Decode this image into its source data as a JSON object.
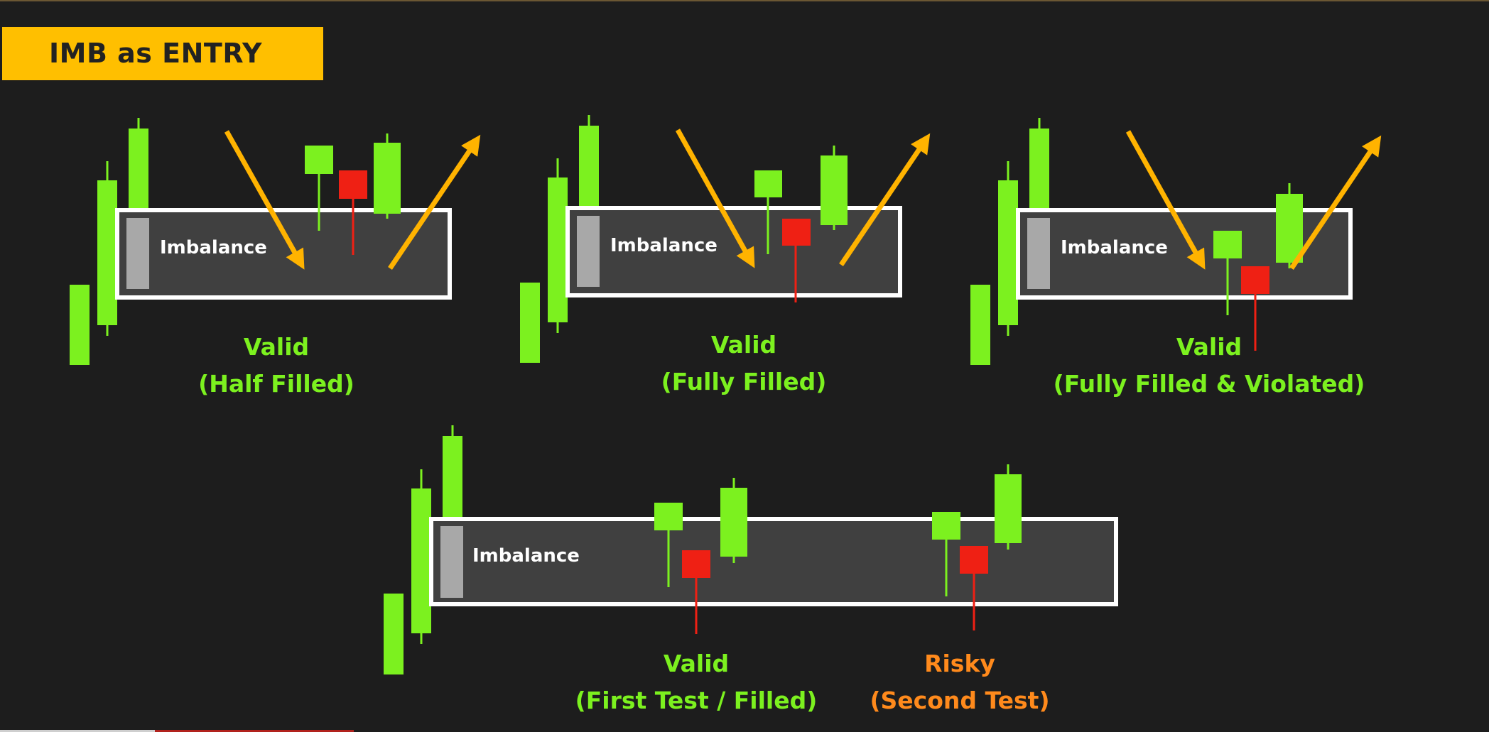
{
  "title": "IMB as ENTRY",
  "colors": {
    "bullish": "#7cf11f",
    "bearish": "#ef2014",
    "imbalance_fill": "#404040",
    "imbalance_border": "#ffffff",
    "imbalance_bar": "#a8a8a8",
    "arrow": "#ffb300",
    "valid_text": "#7cf11f",
    "risky_text": "#ff8a1c",
    "title_bg": "#ffbf00"
  },
  "panels": [
    {
      "zone_label": "Imbalance",
      "captions": [
        {
          "status": "Valid",
          "detail": "(Half Filled)",
          "tone": "valid"
        }
      ]
    },
    {
      "zone_label": "Imbalance",
      "captions": [
        {
          "status": "Valid",
          "detail": "(Fully Filled)",
          "tone": "valid"
        }
      ]
    },
    {
      "zone_label": "Imbalance",
      "captions": [
        {
          "status": "Valid",
          "detail": "(Fully Filled & Violated)",
          "tone": "valid"
        }
      ]
    },
    {
      "zone_label": "Imbalance",
      "captions": [
        {
          "status": "Valid",
          "detail": "(First Test / Filled)",
          "tone": "valid"
        },
        {
          "status": "Risky",
          "detail": "(Second Test)",
          "tone": "risky"
        }
      ]
    }
  ]
}
